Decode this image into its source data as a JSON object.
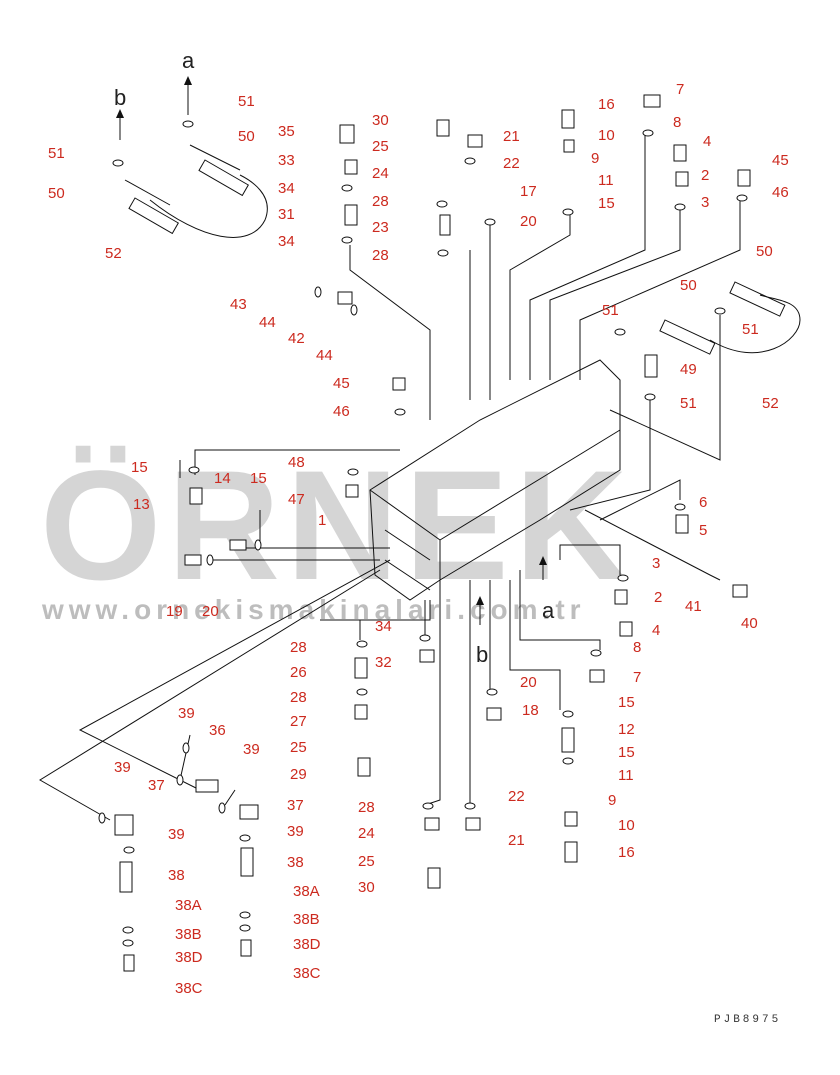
{
  "watermark": {
    "brand": "ÖRNEK",
    "url": "www.ornekismakinalari.com.tr"
  },
  "drawing_code": "PJB8975",
  "direction_markers": {
    "a": "a",
    "b": "b"
  },
  "callouts": [
    {
      "text": "51"
    },
    {
      "text": "50"
    },
    {
      "text": "52"
    },
    {
      "text": "51"
    },
    {
      "text": "50"
    },
    {
      "text": "35"
    },
    {
      "text": "33"
    },
    {
      "text": "34"
    },
    {
      "text": "31"
    },
    {
      "text": "34"
    },
    {
      "text": "30"
    },
    {
      "text": "25"
    },
    {
      "text": "24"
    },
    {
      "text": "28"
    },
    {
      "text": "23"
    },
    {
      "text": "28"
    },
    {
      "text": "21"
    },
    {
      "text": "22"
    },
    {
      "text": "17"
    },
    {
      "text": "20"
    },
    {
      "text": "16"
    },
    {
      "text": "10"
    },
    {
      "text": "9"
    },
    {
      "text": "11"
    },
    {
      "text": "15"
    },
    {
      "text": "7"
    },
    {
      "text": "8"
    },
    {
      "text": "4"
    },
    {
      "text": "2"
    },
    {
      "text": "3"
    },
    {
      "text": "45"
    },
    {
      "text": "46"
    },
    {
      "text": "43"
    },
    {
      "text": "44"
    },
    {
      "text": "42"
    },
    {
      "text": "44"
    },
    {
      "text": "50"
    },
    {
      "text": "50"
    },
    {
      "text": "51"
    },
    {
      "text": "51"
    },
    {
      "text": "49"
    },
    {
      "text": "51"
    },
    {
      "text": "52"
    },
    {
      "text": "45"
    },
    {
      "text": "46"
    },
    {
      "text": "15"
    },
    {
      "text": "13"
    },
    {
      "text": "14"
    },
    {
      "text": "15"
    },
    {
      "text": "48"
    },
    {
      "text": "47"
    },
    {
      "text": "1"
    },
    {
      "text": "19"
    },
    {
      "text": "20"
    },
    {
      "text": "6"
    },
    {
      "text": "5"
    },
    {
      "text": "3"
    },
    {
      "text": "2"
    },
    {
      "text": "41"
    },
    {
      "text": "40"
    },
    {
      "text": "4"
    },
    {
      "text": "8"
    },
    {
      "text": "7"
    },
    {
      "text": "34"
    },
    {
      "text": "28"
    },
    {
      "text": "32"
    },
    {
      "text": "26"
    },
    {
      "text": "28"
    },
    {
      "text": "27"
    },
    {
      "text": "25"
    },
    {
      "text": "29"
    },
    {
      "text": "20"
    },
    {
      "text": "18"
    },
    {
      "text": "15"
    },
    {
      "text": "12"
    },
    {
      "text": "15"
    },
    {
      "text": "11"
    },
    {
      "text": "9"
    },
    {
      "text": "10"
    },
    {
      "text": "16"
    },
    {
      "text": "22"
    },
    {
      "text": "21"
    },
    {
      "text": "28"
    },
    {
      "text": "24"
    },
    {
      "text": "25"
    },
    {
      "text": "30"
    },
    {
      "text": "39"
    },
    {
      "text": "36"
    },
    {
      "text": "39"
    },
    {
      "text": "39"
    },
    {
      "text": "37"
    },
    {
      "text": "37"
    },
    {
      "text": "39"
    },
    {
      "text": "38"
    },
    {
      "text": "38A"
    },
    {
      "text": "38B"
    },
    {
      "text": "38D"
    },
    {
      "text": "38C"
    },
    {
      "text": "39"
    },
    {
      "text": "38"
    },
    {
      "text": "38A"
    },
    {
      "text": "38B"
    },
    {
      "text": "38D"
    },
    {
      "text": "38C"
    }
  ]
}
